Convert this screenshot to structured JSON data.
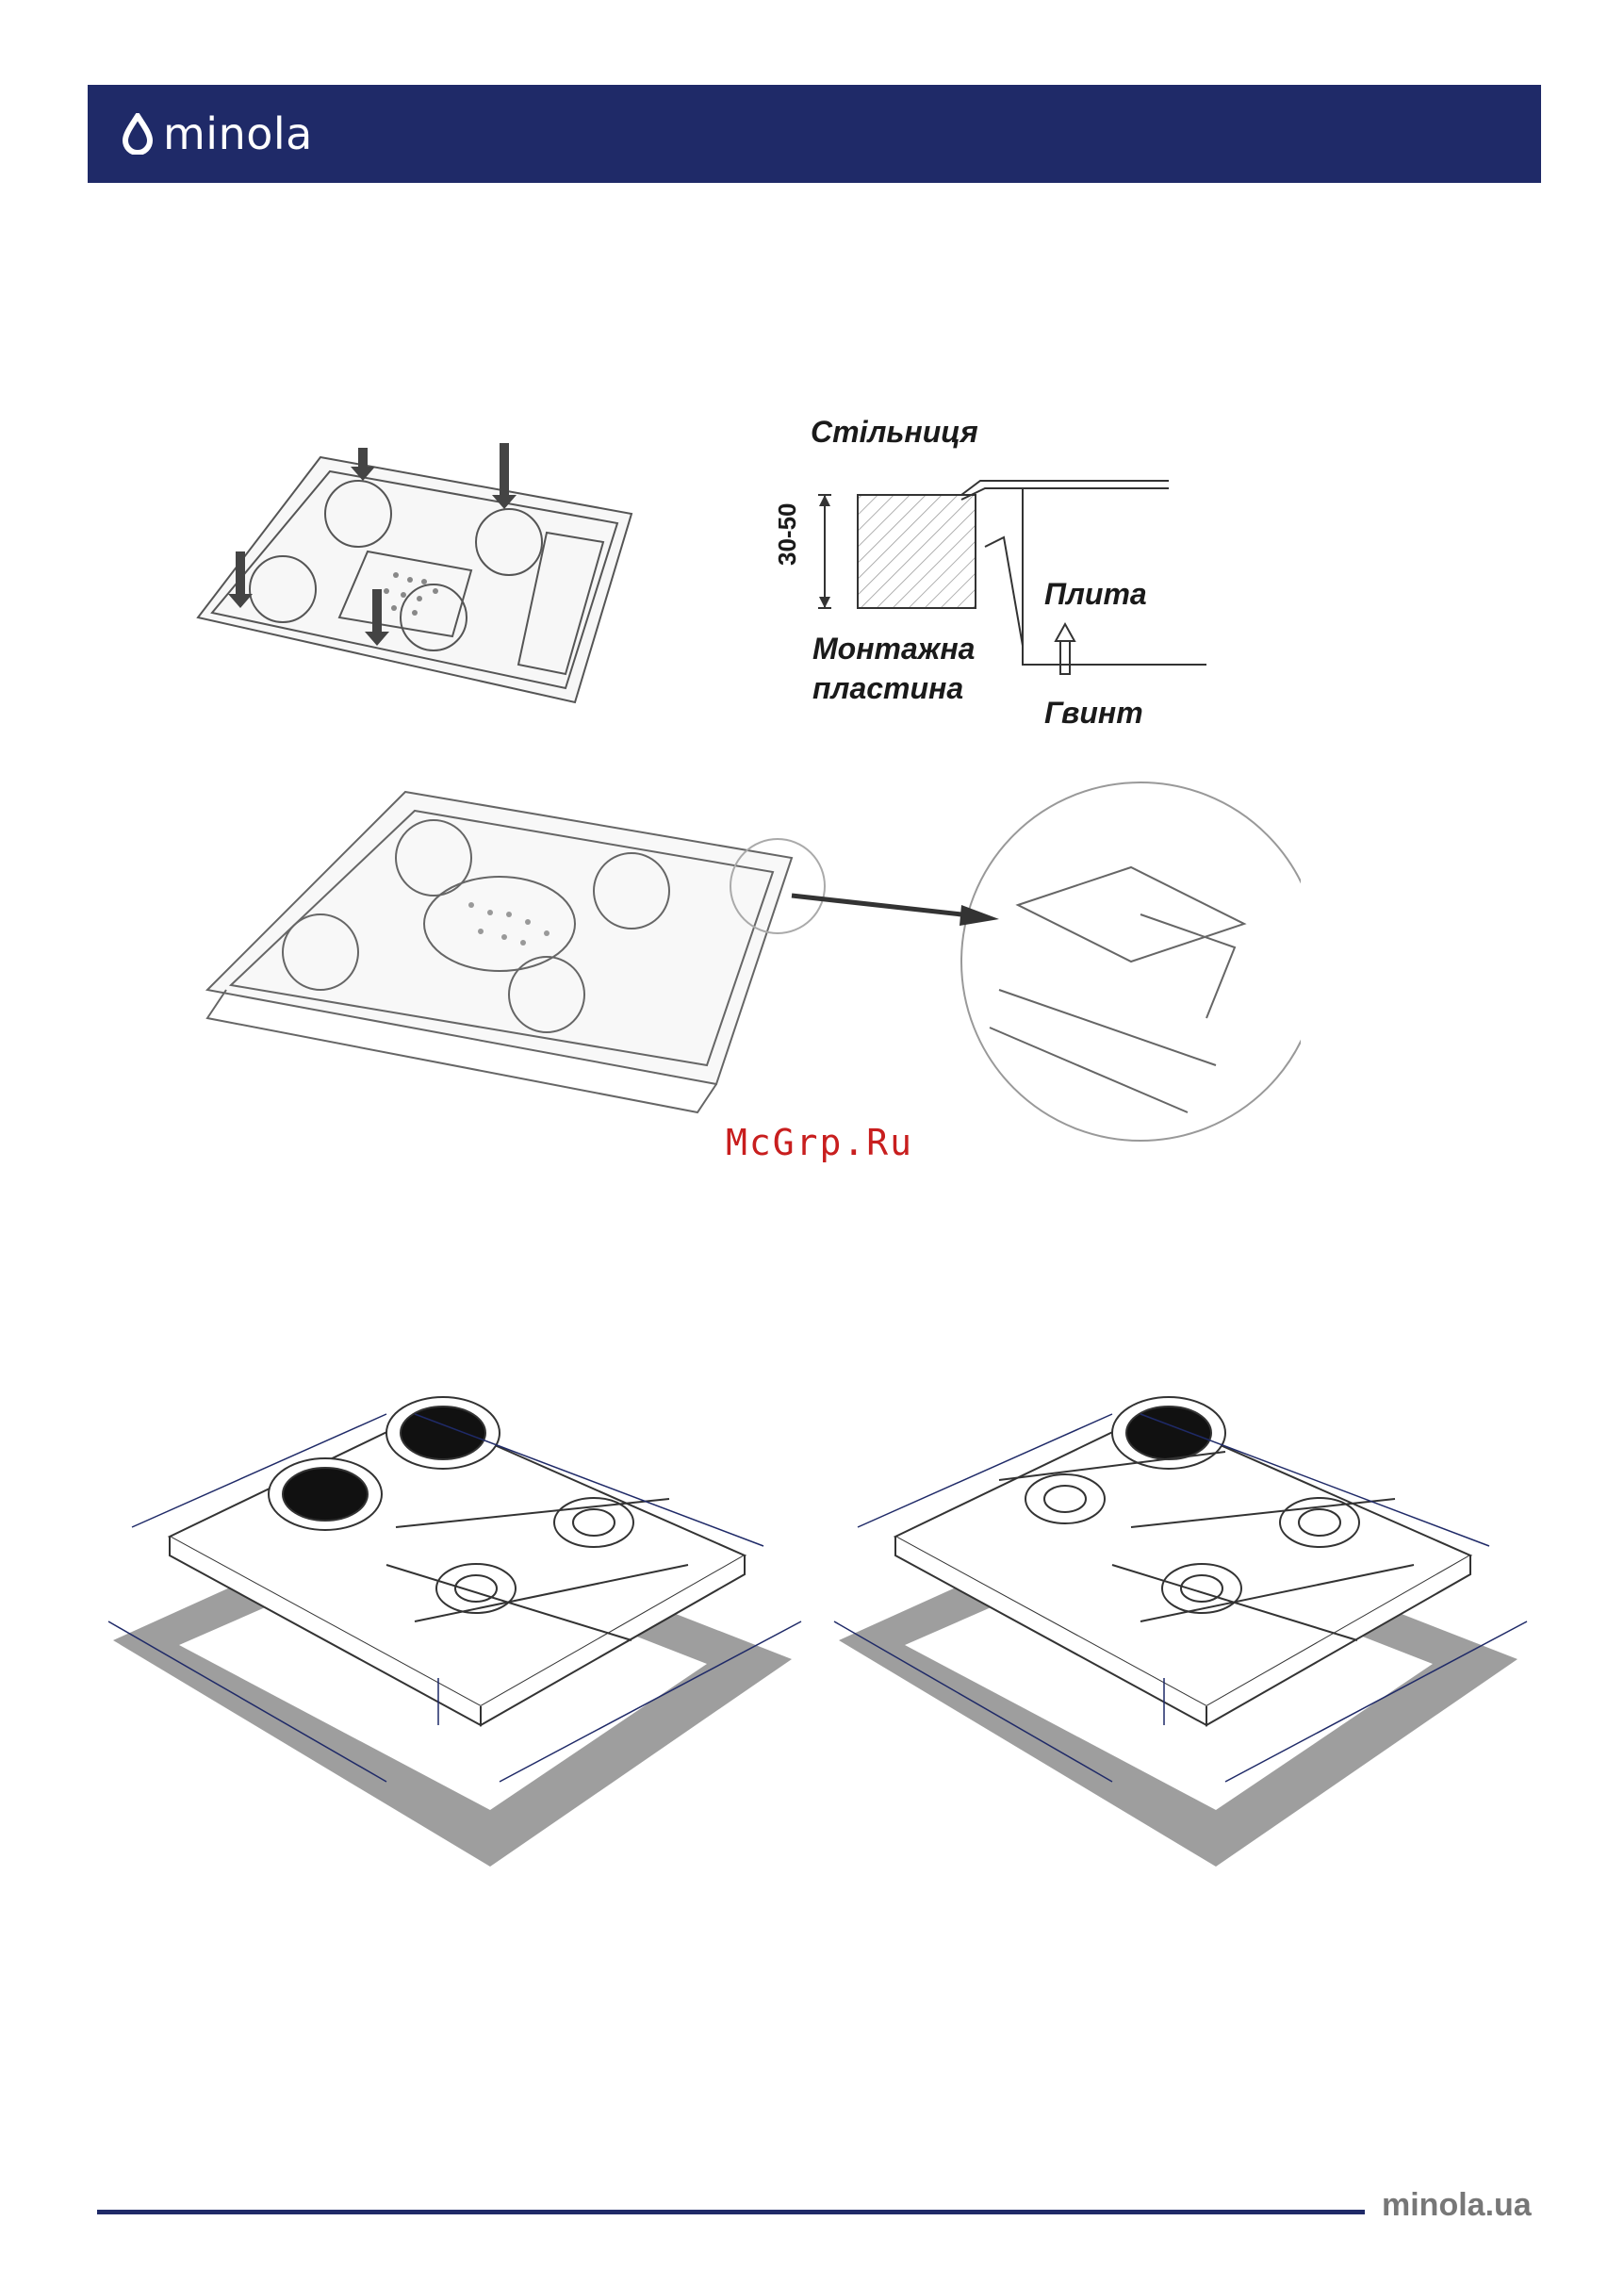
{
  "header": {
    "brand": "minola",
    "logo_icon": "drop-icon",
    "color": "#1f2a68"
  },
  "figure_section": {
    "labels": {
      "countertop": "Стільниця",
      "dimension": "30-50",
      "hob": "Плита",
      "mounting_plate_line1": "Монтажна",
      "mounting_plate_line2": "пластина",
      "screw": "Гвинт"
    }
  },
  "watermark": "McGrp.Ru",
  "footer": {
    "url": "minola.ua"
  }
}
